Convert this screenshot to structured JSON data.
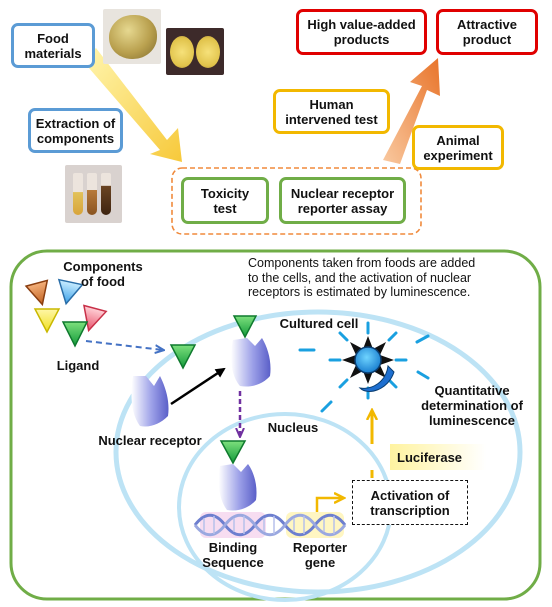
{
  "top": {
    "food_materials": [
      "Food",
      "materials"
    ],
    "extraction": [
      "Extraction of",
      "components"
    ],
    "high_value": [
      "High value-added",
      "products"
    ],
    "attractive": [
      "Attractive",
      "product"
    ],
    "human_test": [
      "Human",
      "intervened test"
    ],
    "animal": [
      "Animal",
      "experiment"
    ],
    "toxicity": [
      "Toxicity",
      "test"
    ],
    "nuclear_assay": [
      "Nuclear receptor",
      "reporter assay"
    ]
  },
  "cell": {
    "components_of_food": [
      "Components",
      "of food"
    ],
    "description": [
      "Components taken from foods are added",
      "to the cells, and the activation of nuclear",
      "receptors is estimated by luminescence."
    ],
    "ligand": "Ligand",
    "cultured_cell": "Cultured cell",
    "nuclear_receptor": "Nuclear receptor",
    "nucleus": "Nucleus",
    "quantitative": [
      "Quantitative",
      "determination of",
      "luminescence"
    ],
    "luciferase": "Luciferase",
    "activation": [
      "Activation of",
      "transcription"
    ],
    "binding": [
      "Binding",
      "Sequence"
    ],
    "reporter": [
      "Reporter",
      "gene"
    ]
  },
  "colors": {
    "blue_border": "#5b9bd5",
    "red_border": "#e00000",
    "yellow_border": "#f2b800",
    "green_border": "#70ad47",
    "arrow_orange": "#f08a3c",
    "arrow_yellow": "#f7d44a",
    "ligand_green": "#22b14c",
    "receptor_purple": "#7b7fd8"
  },
  "icons": [
    "potato-photo",
    "cut-potato-photo",
    "test-tubes-photo",
    "luminescence-sun-icon",
    "moon-icon"
  ]
}
